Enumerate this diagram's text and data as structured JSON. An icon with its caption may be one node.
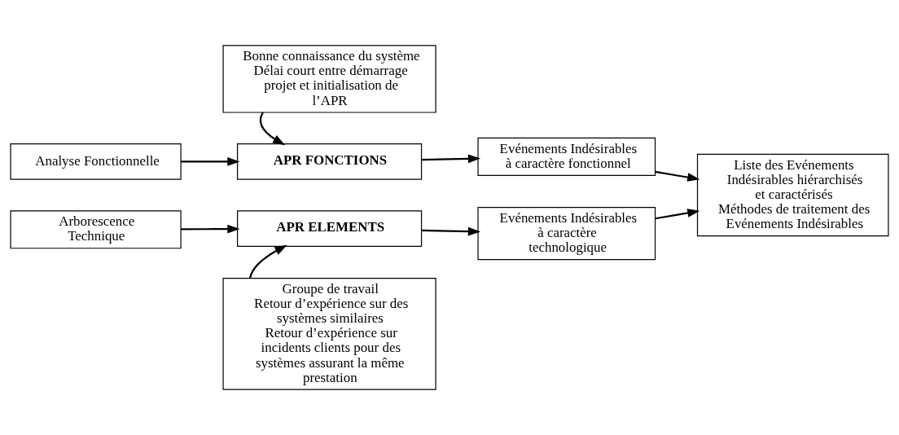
{
  "diagram": {
    "nodes": [
      {
        "text": [
          "Bonne connaissance du système",
          "Délai court entre démarrage projet et initialisation de l’APR"
        ]
      },
      {
        "text": [
          "Analyse Fonctionnelle"
        ]
      },
      {
        "text": [
          "Arborescence Technique"
        ]
      },
      {
        "text": [
          "APR FONCTIONS"
        ]
      },
      {
        "text": [
          "APR ELEMENTS"
        ]
      },
      {
        "text": [
          "Groupe de travail",
          "Retour d’expérience sur des systèmes similaires",
          "Retour d’expérience sur incidents clients pour des systèmes assurant la même prestation"
        ]
      },
      {
        "text": [
          "Evénements Indésirables à caractère fonctionnel"
        ]
      },
      {
        "text": [
          "Evénements Indésirables à caractère technologique"
        ]
      },
      {
        "text": [
          "Liste des Evénements Indésirables hiérarchisés et caractérisés",
          "Méthodes de traitement des Evénements Indésirables"
        ]
      }
    ],
    "edges": [
      {
        "from": 0,
        "to": 3,
        "arrow": "to"
      },
      {
        "from": 1,
        "to": 3,
        "arrow": "to"
      },
      {
        "from": 2,
        "to": 4,
        "arrow": "to"
      },
      {
        "from": 5,
        "to": 4,
        "arrow": "to"
      },
      {
        "from": 3,
        "to": 6,
        "arrow": "to"
      },
      {
        "from": 4,
        "to": 7,
        "arrow": "to"
      },
      {
        "from": 6,
        "to": 8,
        "arrow": "to"
      },
      {
        "from": 7,
        "to": 8,
        "arrow": "to"
      }
    ]
  }
}
